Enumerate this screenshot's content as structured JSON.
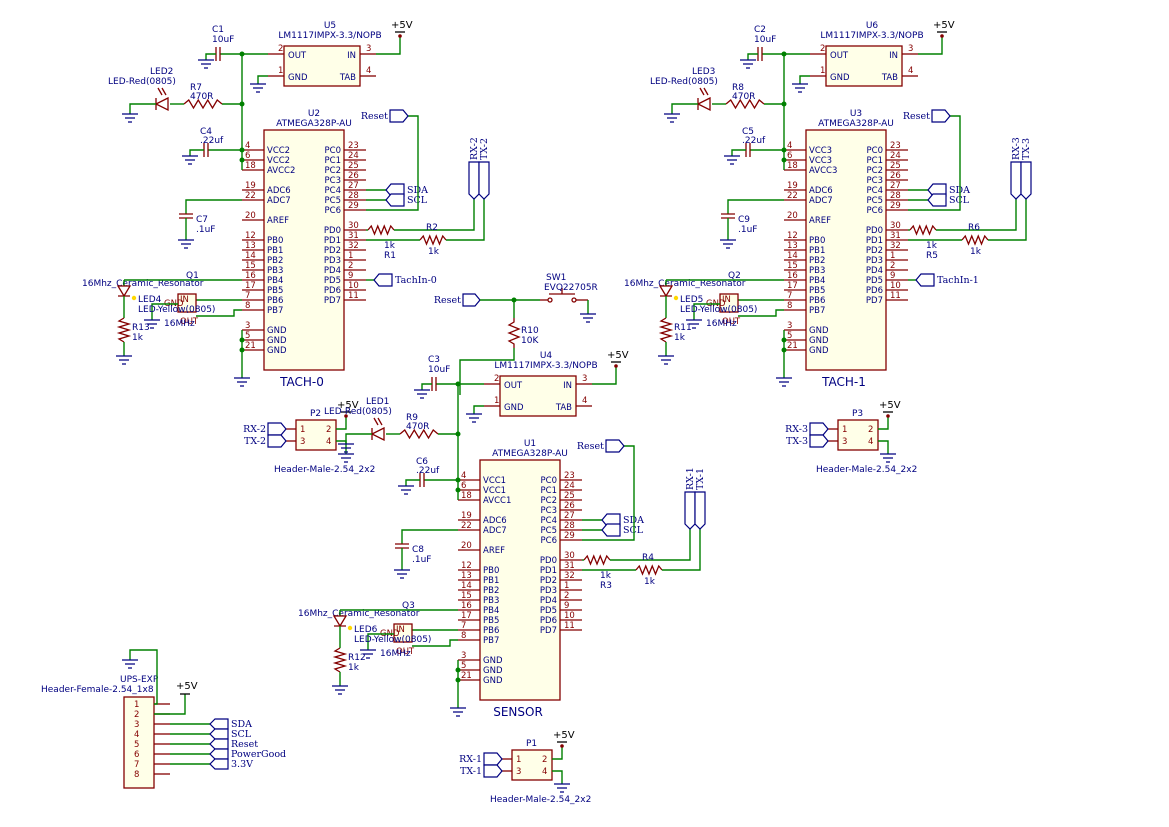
{
  "blocks": [
    {
      "id": "tach0",
      "title": "TACH-0",
      "mcu": {
        "ref": "U2",
        "value": "ATMEGA328P-AU"
      },
      "reg": {
        "ref": "U5",
        "value": "LM1117IMPX-3.3/NOPB"
      },
      "cap_in": {
        "ref": "C1",
        "value": "10uF"
      },
      "cap_vcc": {
        "ref": "C4",
        "value": ".22uf"
      },
      "cap_aref": {
        "ref": "C7",
        "value": ".1uF"
      },
      "led_pwr": {
        "ref": "LED2",
        "value": "LED-Red(0805)"
      },
      "r_led": {
        "ref": "R7",
        "value": "470R"
      },
      "led_stat": {
        "ref": "LED4",
        "value": "LED-Yellow(0805)"
      },
      "r_stat": {
        "ref": "R13",
        "value": "1k"
      },
      "res_q": {
        "ref": "Q1",
        "value": "16Mhz_Ceramic_Resonator"
      },
      "r_rx": {
        "ref": "R1",
        "value": "1k"
      },
      "r_tx": {
        "ref": "R2",
        "value": "1k"
      },
      "rx": "RX-2",
      "tx": "TX-2",
      "tach": "TachIn-0",
      "hdr": {
        "ref": "P2",
        "value": "Header-Male-2.54_2x2"
      }
    },
    {
      "id": "tach1",
      "title": "TACH-1",
      "mcu": {
        "ref": "U3",
        "value": "ATMEGA328P-AU"
      },
      "reg": {
        "ref": "U6",
        "value": "LM1117IMPX-3.3/NOPB"
      },
      "cap_in": {
        "ref": "C2",
        "value": "10uF"
      },
      "cap_vcc": {
        "ref": "C5",
        "value": ".22uf"
      },
      "cap_aref": {
        "ref": "C9",
        "value": ".1uF"
      },
      "led_pwr": {
        "ref": "LED3",
        "value": "LED-Red(0805)"
      },
      "r_led": {
        "ref": "R8",
        "value": "470R"
      },
      "led_stat": {
        "ref": "LED5",
        "value": "LED-Yellow(0805)"
      },
      "r_stat": {
        "ref": "R11",
        "value": "1k"
      },
      "res_q": {
        "ref": "Q2",
        "value": "16Mhz_Ceramic_Resonator"
      },
      "r_rx": {
        "ref": "R5",
        "value": "1k"
      },
      "r_tx": {
        "ref": "R6",
        "value": "1k"
      },
      "rx": "RX-3",
      "tx": "TX-3",
      "tach": "TachIn-1",
      "hdr": {
        "ref": "P3",
        "value": "Header-Male-2.54_2x2"
      }
    },
    {
      "id": "sensor",
      "title": "SENSOR",
      "mcu": {
        "ref": "U1",
        "value": "ATMEGA328P-AU"
      },
      "reg": {
        "ref": "U4",
        "value": "LM1117IMPX-3.3/NOPB"
      },
      "cap_in": {
        "ref": "C3",
        "value": "10uF"
      },
      "cap_vcc": {
        "ref": "C6",
        "value": ".22uf"
      },
      "cap_aref": {
        "ref": "C8",
        "value": ".1uF"
      },
      "led_pwr": {
        "ref": "LED1",
        "value": "LED-Red(0805)"
      },
      "r_led": {
        "ref": "R9",
        "value": "470R"
      },
      "led_stat": {
        "ref": "LED6",
        "value": "LED-Yellow(0805)"
      },
      "r_stat": {
        "ref": "R12",
        "value": "1k"
      },
      "res_q": {
        "ref": "Q3",
        "value": "16Mhz_Ceramic_Resonator"
      },
      "r_rx": {
        "ref": "R3",
        "value": "1k"
      },
      "r_tx": {
        "ref": "R4",
        "value": "1k"
      },
      "rx": "RX-1",
      "tx": "TX-1",
      "tach": "",
      "hdr": {
        "ref": "P1",
        "value": "Header-Male-2.54_2x2"
      }
    }
  ],
  "mcu_left_pins": [
    {
      "num": "4",
      "name": "VCC1"
    },
    {
      "num": "6",
      "name": "VCC1"
    },
    {
      "num": "18",
      "name": "AVCC1"
    },
    {
      "num": "19",
      "name": "ADC6"
    },
    {
      "num": "22",
      "name": "ADC7"
    },
    {
      "num": "20",
      "name": "AREF"
    },
    {
      "num": "12",
      "name": "PB0"
    },
    {
      "num": "13",
      "name": "PB1"
    },
    {
      "num": "14",
      "name": "PB2"
    },
    {
      "num": "15",
      "name": "PB3"
    },
    {
      "num": "16",
      "name": "PB4"
    },
    {
      "num": "17",
      "name": "PB5"
    },
    {
      "num": "7",
      "name": "PB6"
    },
    {
      "num": "8",
      "name": "PB7"
    },
    {
      "num": "3",
      "name": "GND"
    },
    {
      "num": "5",
      "name": "GND"
    },
    {
      "num": "21",
      "name": "GND"
    }
  ],
  "mcu_left_power_names": {
    "tach0": [
      "VCC2",
      "VCC2",
      "AVCC2"
    ],
    "tach1": [
      "VCC3",
      "VCC3",
      "AVCC3"
    ],
    "sensor": [
      "VCC1",
      "VCC1",
      "AVCC1"
    ]
  },
  "mcu_right_pins": [
    {
      "num": "23",
      "name": "PC0"
    },
    {
      "num": "24",
      "name": "PC1"
    },
    {
      "num": "25",
      "name": "PC2"
    },
    {
      "num": "26",
      "name": "PC3"
    },
    {
      "num": "27",
      "name": "PC4"
    },
    {
      "num": "28",
      "name": "PC5"
    },
    {
      "num": "29",
      "name": "PC6"
    },
    {
      "num": "30",
      "name": "PD0"
    },
    {
      "num": "31",
      "name": "PD1"
    },
    {
      "num": "32",
      "name": "PD2"
    },
    {
      "num": "1",
      "name": "PD3"
    },
    {
      "num": "2",
      "name": "PD4"
    },
    {
      "num": "9",
      "name": "PD5"
    },
    {
      "num": "10",
      "name": "PD6"
    },
    {
      "num": "11",
      "name": "PD7"
    }
  ],
  "reg_pins": {
    "out_num": "2",
    "out": "OUT",
    "gnd_num": "1",
    "gnd": "GND",
    "in_num": "3",
    "in": "IN",
    "tab_num": "4",
    "tab": "TAB"
  },
  "power_label": "+5V",
  "nets": {
    "sda": "SDA",
    "scl": "SCL",
    "reset": "Reset"
  },
  "resonator_pin_labels": {
    "in": "IN",
    "gnd": "GND",
    "out": "OUT",
    "freq": "16MHz"
  },
  "hdr_pins": [
    "1",
    "2",
    "3",
    "4"
  ],
  "switch": {
    "ref": "SW1",
    "value": "EVQ22705R",
    "reset": "Reset"
  },
  "r_pullup": {
    "ref": "R10",
    "value": "10K"
  },
  "ups": {
    "ref": "UPS-EXP",
    "value": "Header-Female-2.54_1x8",
    "pins": [
      "1",
      "2",
      "3",
      "4",
      "5",
      "6",
      "7",
      "8"
    ],
    "nets": [
      "SDA",
      "SCL",
      "Reset",
      "PowerGood",
      "3.3V"
    ]
  }
}
